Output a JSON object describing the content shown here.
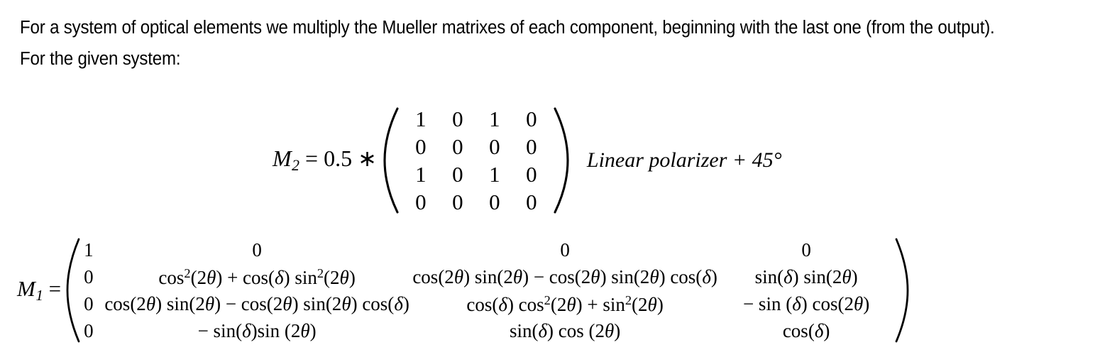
{
  "document": {
    "intro_text": "For a system of optical elements we multiply the Mueller matrixes of each component, beginning with the last one (from the output).  For the given system:",
    "m2": {
      "label_name": "M",
      "label_sub": "2",
      "label_rest": " = 0.5 ∗",
      "rows": [
        [
          "1",
          "0",
          "1",
          "0"
        ],
        [
          "0",
          "0",
          "0",
          "0"
        ],
        [
          "1",
          "0",
          "1",
          "0"
        ],
        [
          "0",
          "0",
          "0",
          "0"
        ]
      ],
      "caption": "Linear polarizer + 45°"
    },
    "m1": {
      "label_name": "M",
      "label_sub": "1",
      "label_rest": " =",
      "rows": [
        {
          "c0": "1",
          "c1": "0",
          "c2": "0",
          "c3": "0"
        },
        {
          "c0": "0",
          "c1": "cos²(2θ) + cos(δ) sin²(2θ)",
          "c2": "cos(2θ) sin(2θ) − cos(2θ) sin(2θ) cos(δ)",
          "c3": "sin(δ) sin(2θ)"
        },
        {
          "c0": "0",
          "c1": "cos(2θ) sin(2θ) − cos(2θ) sin(2θ) cos(δ)",
          "c2": "cos(δ) cos²(2θ) + sin²(2θ)",
          "c3": "− sin (δ) cos(2θ)"
        },
        {
          "c0": "0",
          "c1": "− sin(δ)sin (2θ)",
          "c2": "sin(δ) cos (2θ)",
          "c3": "cos(δ)"
        }
      ]
    }
  }
}
